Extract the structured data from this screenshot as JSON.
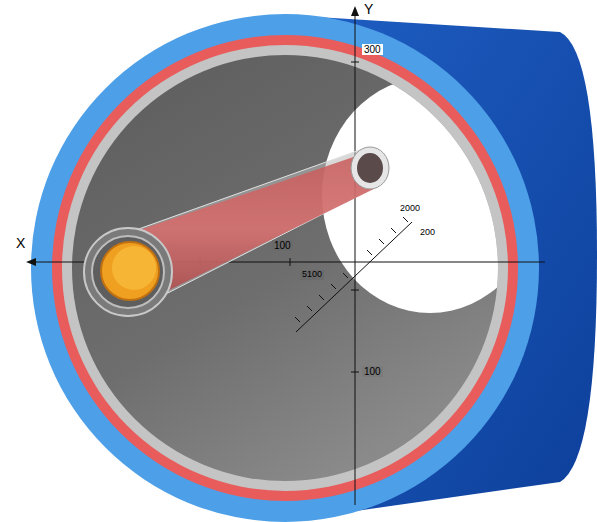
{
  "diagram": {
    "labels": [
      "Y",
      "X",
      "300",
      "100",
      "100",
      "2000",
      "200",
      "5100"
    ]
  }
}
